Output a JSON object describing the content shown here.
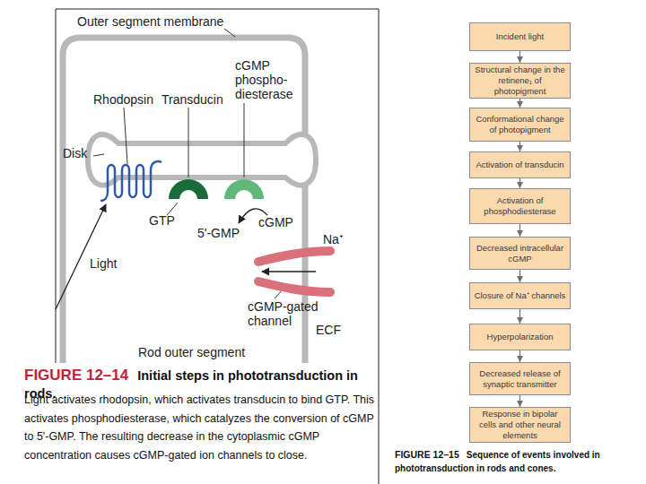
{
  "diagram": {
    "nodes": [
      {
        "text": [
          "Incident light"
        ]
      },
      {
        "text": [
          "Structural change in the retinene₁ of photopigment"
        ]
      },
      {
        "text": [
          "Conformational change of photopigment"
        ]
      },
      {
        "text": [
          "Activation of transducin"
        ]
      },
      {
        "text": [
          "Activation of phosphodiesterase"
        ]
      },
      {
        "text": [
          "Decreased intracellular cGMP"
        ]
      },
      {
        "text": [
          "Closure of Na⁺ channels"
        ]
      },
      {
        "text": [
          "Hyperpolarization"
        ]
      },
      {
        "text": [
          "Decreased release of synaptic transmitter"
        ]
      },
      {
        "text": [
          "Response in bipolar cells and other neural elements"
        ]
      }
    ],
    "edges": [
      {
        "from": 0,
        "to": 1,
        "arrow": "to"
      },
      {
        "from": 1,
        "to": 2,
        "arrow": "to"
      },
      {
        "from": 2,
        "to": 3,
        "arrow": "to"
      },
      {
        "from": 3,
        "to": 4,
        "arrow": "to"
      },
      {
        "from": 4,
        "to": 5,
        "arrow": "to"
      },
      {
        "from": 5,
        "to": 6,
        "arrow": "to"
      },
      {
        "from": 6,
        "to": 7,
        "arrow": "to"
      },
      {
        "from": 7,
        "to": 8,
        "arrow": "to"
      },
      {
        "from": 8,
        "to": 9,
        "arrow": "to"
      }
    ],
    "labels": [
      "Outer segment membrane",
      "Rhodopsin",
      "Transducin",
      "cGMP phospho- diesterase",
      "Disk",
      "GTP",
      "5'-GMP",
      "cGMP",
      "Na⁺",
      "Light",
      "cGMP-gated channel",
      "ECF",
      "Rod outer segment",
      "FIGURE 12–14",
      "Initial steps in phototransduction in rods.",
      "Light activates rhodopsin, which activates transducin to bind GTP. This activates phosphodiesterase, which catalyzes the conversion of cGMP to 5'-GMP. The resulting decrease in the cytoplasmic cGMP concentration causes cGMP-gated ion channels to close.",
      "FIGURE 12–15",
      "Sequence of events involved in phototransduction in rods and cones."
    ]
  }
}
